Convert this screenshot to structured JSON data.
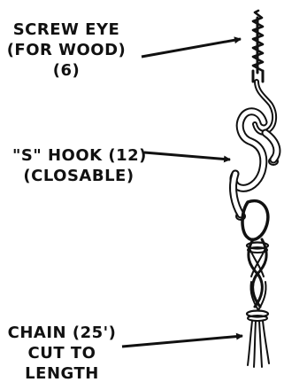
{
  "labels": {
    "screw_eye": {
      "lines": [
        "SCREW EYE",
        "(FOR WOOD)",
        "(6)"
      ]
    },
    "s_hook": {
      "lines": [
        "\"S\" HOOK (12)",
        "(CLOSABLE)"
      ]
    },
    "chain": {
      "lines": [
        "CHAIN (25')",
        "CUT TO",
        "LENGTH"
      ]
    }
  },
  "colors": {
    "ink": "#111111",
    "background": "#ffffff"
  }
}
